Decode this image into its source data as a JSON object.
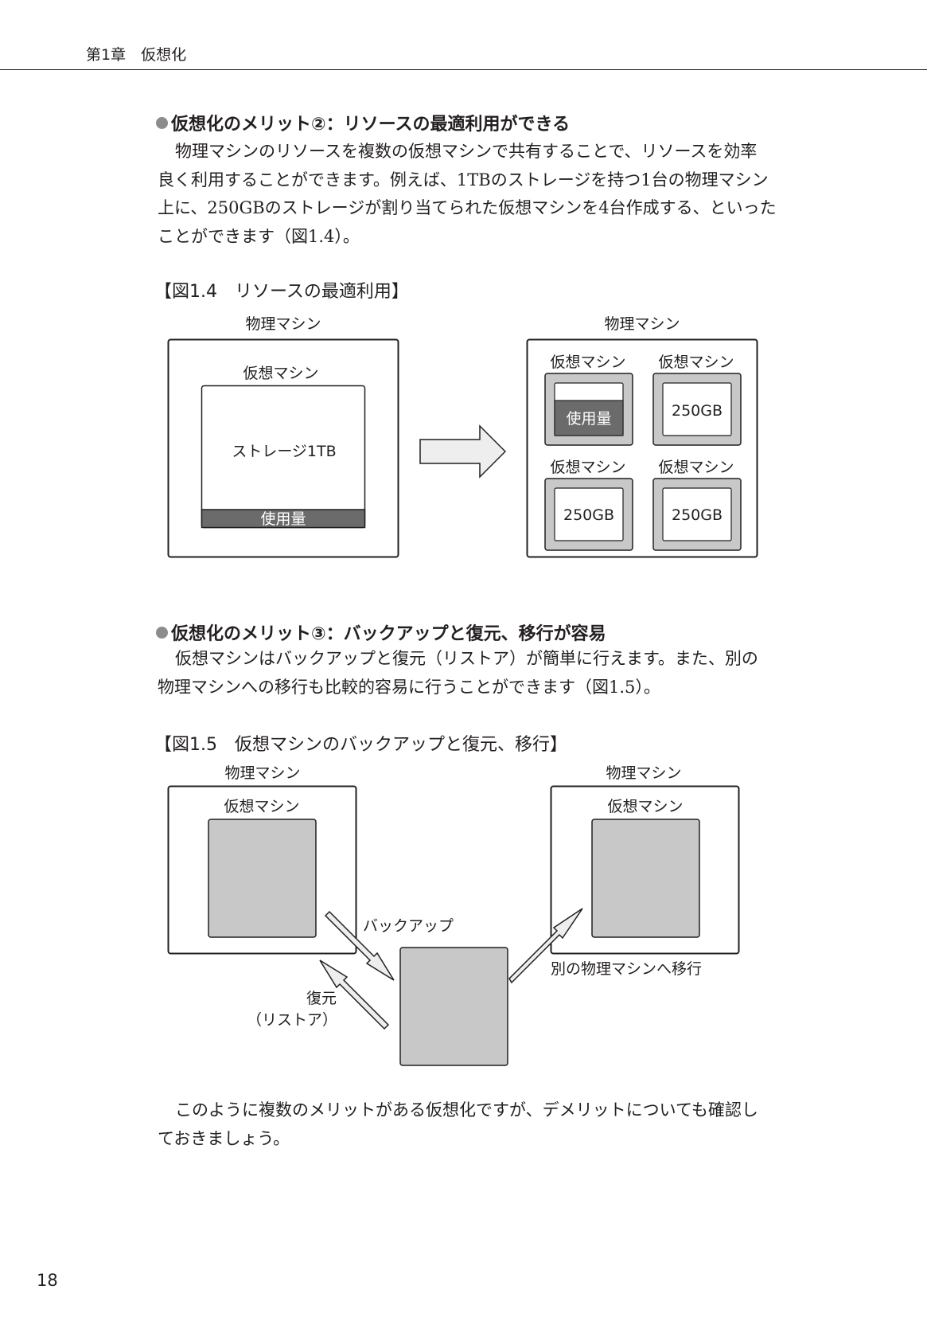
{
  "header": {
    "chapter": "第1章　仮想化"
  },
  "section2": {
    "heading": "仮想化のメリット②：リソースの最適利用ができる",
    "lines": [
      "物理マシンのリソースを複数の仮想マシンで共有することで、リソースを効率",
      "良く利用することができます。例えば、1TBのストレージを持つ1台の物理マシン",
      "上に、250GBのストレージが割り当てられた仮想マシンを4台作成する、といった",
      "ことができます（図1.4）。"
    ]
  },
  "fig14": {
    "title": "【図1.4　リソースの最適利用】",
    "left": {
      "physical": "物理マシン",
      "vm": "仮想マシン",
      "storage": "ストレージ1TB",
      "usage": "使用量"
    },
    "right": {
      "physical": "物理マシン",
      "vms": [
        {
          "label": "仮想マシン",
          "value": "使用量"
        },
        {
          "label": "仮想マシン",
          "value": "250GB"
        },
        {
          "label": "仮想マシン",
          "value": "250GB"
        },
        {
          "label": "仮想マシン",
          "value": "250GB"
        }
      ]
    }
  },
  "section3": {
    "heading": "仮想化のメリット③：バックアップと復元、移行が容易",
    "lines": [
      "仮想マシンはバックアップと復元（リストア）が簡単に行えます。また、別の",
      "物理マシンへの移行も比較的容易に行うことができます（図1.5）。"
    ]
  },
  "fig15": {
    "title": "【図1.5　仮想マシンのバックアップと復元、移行】",
    "left": {
      "physical": "物理マシン",
      "vm": "仮想マシン"
    },
    "right": {
      "physical": "物理マシン",
      "vm": "仮想マシン"
    },
    "backup": "バックアップ",
    "restore1": "復元",
    "restore2": "（リストア）",
    "migrate": "別の物理マシンへ移行"
  },
  "closing": {
    "lines": [
      "このように複数のメリットがある仮想化ですが、デメリットについても確認し",
      "ておきましょう。"
    ]
  },
  "page_number": "18"
}
